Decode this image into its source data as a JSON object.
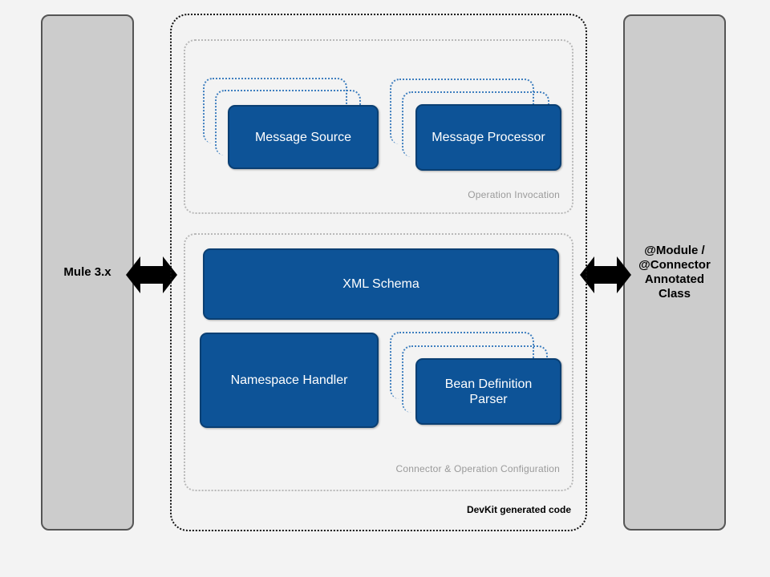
{
  "diagram": {
    "left_panel": {
      "label": "Mule 3.x"
    },
    "right_panel": {
      "label": "@Module /\n@Connector\nAnnotated\nClass"
    },
    "devkit": {
      "label": "DevKit generated code"
    },
    "operation_group": {
      "caption": "Operation Invocation",
      "blocks": {
        "message_source": "Message Source",
        "message_processor": "Message Processor"
      }
    },
    "config_group": {
      "caption": "Connector & Operation Configuration",
      "blocks": {
        "xml_schema": "XML Schema",
        "namespace_handler": "Namespace Handler",
        "bean_definition_parser": "Bean Definition\nParser"
      }
    },
    "colors": {
      "block_fill": "#0d5397",
      "panel_fill": "#cccccc",
      "background": "#f3f3f3"
    },
    "icons": [
      "double-arrow-icon",
      "double-arrow-icon"
    ]
  }
}
